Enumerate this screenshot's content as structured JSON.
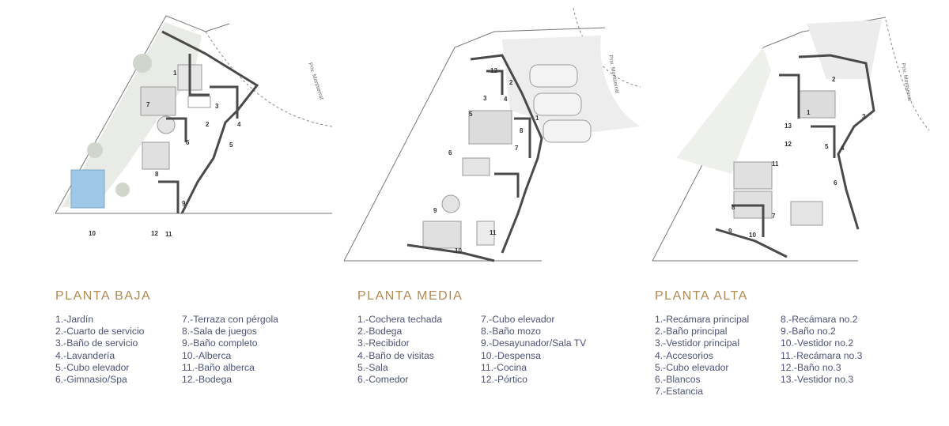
{
  "colors": {
    "title": "#b08a55",
    "list_text": "#4c5375",
    "wall": "#4a4a4a",
    "furniture": "#9a9a9a",
    "pool": "#9ec8e6",
    "greenery": "#c9cfc3"
  },
  "street_label": "Priv. Montserrat",
  "plans": [
    {
      "title": "PLANTA BAJA",
      "col1": [
        "1.-Jardín",
        "2.-Cuarto de servicio",
        "3.-Baño de servicio",
        "4.-Lavandería",
        "5.-Cubo elevador",
        "6.-Gimnasio/Spa"
      ],
      "col2": [
        "7.-Terraza con pérgola",
        "8.-Sala de juegos",
        "9.-Baño completo",
        "10.-Alberca",
        "11.-Baño alberca",
        "12.-Bodega"
      ],
      "room_numbers": [
        "1",
        "2",
        "3",
        "4",
        "5",
        "6",
        "7",
        "8",
        "9",
        "10",
        "11",
        "12"
      ]
    },
    {
      "title": "PLANTA MEDIA",
      "col1": [
        "1.-Cochera techada",
        "2.-Bodega",
        "3.-Recibidor",
        "4.-Baño de visitas",
        "5.-Sala",
        "6.-Comedor"
      ],
      "col2": [
        "7.-Cubo elevador",
        "8.-Baño mozo",
        "9.-Desayunador/Sala TV",
        "10.-Despensa",
        "11.-Cocina",
        "12.-Pórtico"
      ],
      "room_numbers": [
        "1",
        "2",
        "3",
        "4",
        "5",
        "6",
        "7",
        "8",
        "9",
        "10",
        "11",
        "12"
      ]
    },
    {
      "title": "PLANTA ALTA",
      "col1": [
        "1.-Recámara principal",
        "2.-Baño principal",
        "3.-Vestidor principal",
        "4.-Accesorios",
        "5.-Cubo elevador",
        "6.-Blancos",
        "7.-Estancia"
      ],
      "col2": [
        "8.-Recámara no.2",
        "9.-Baño no.2",
        "10.-Vestidor no.2",
        "11.-Recámara no.3",
        "12.-Baño no.3",
        "13.-Vestidor no.3"
      ],
      "room_numbers": [
        "1",
        "2",
        "3",
        "4",
        "5",
        "6",
        "7",
        "8",
        "9",
        "10",
        "11",
        "12",
        "13"
      ]
    }
  ]
}
